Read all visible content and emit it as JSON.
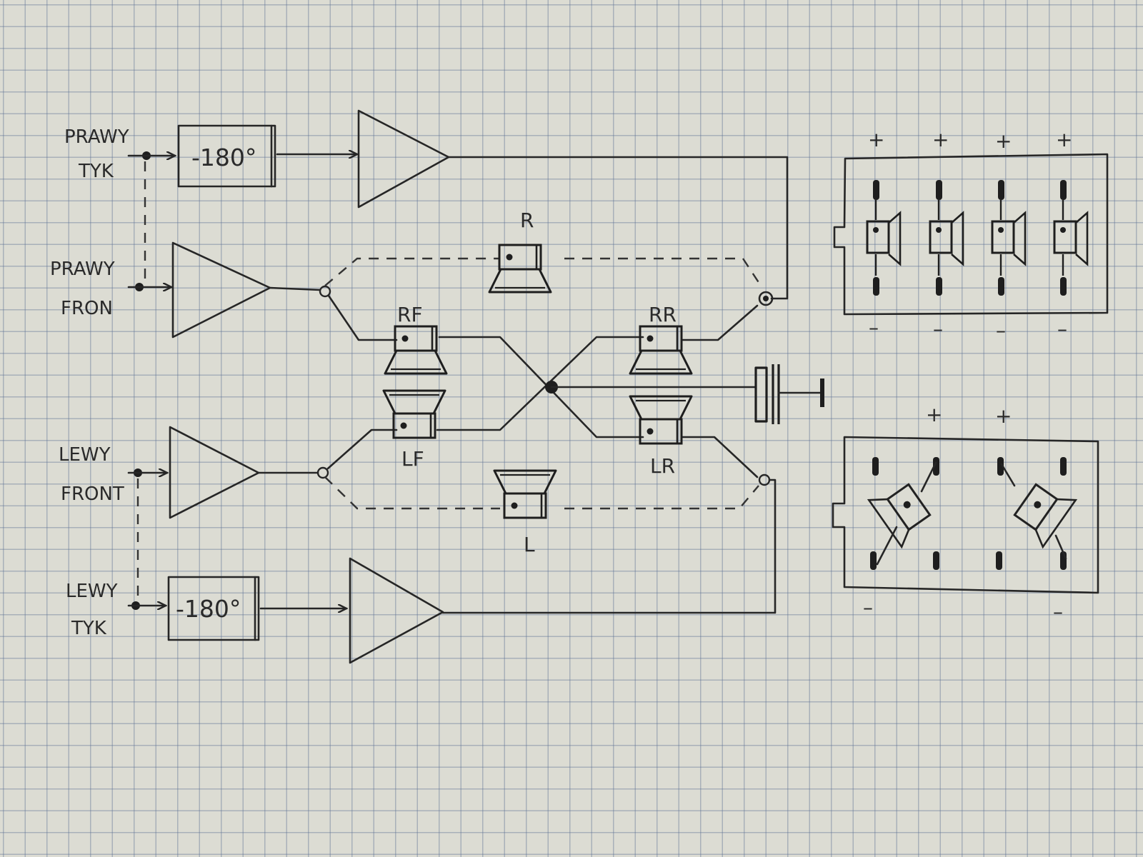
{
  "labels": {
    "right_sub": [
      "PRAWY",
      "TYK"
    ],
    "right_front": [
      "PRAWY",
      "FRON"
    ],
    "left_front": [
      "LEWY",
      "FRONT"
    ],
    "left_sub": [
      "LEWY",
      "TYK"
    ],
    "phase_top": "-180°",
    "phase_bottom": "-180°"
  },
  "speakers": {
    "R": "R",
    "RF": "RF",
    "RR": "RR",
    "LF": "LF",
    "LR": "LR",
    "L": "L"
  },
  "panel_top": {
    "plus": [
      "+",
      "+",
      "+",
      "+"
    ],
    "minus": [
      "–",
      "–",
      "–",
      "–"
    ]
  },
  "panel_bottom": {
    "plus": [
      "+",
      "+"
    ],
    "minus": [
      "–",
      "–"
    ]
  }
}
